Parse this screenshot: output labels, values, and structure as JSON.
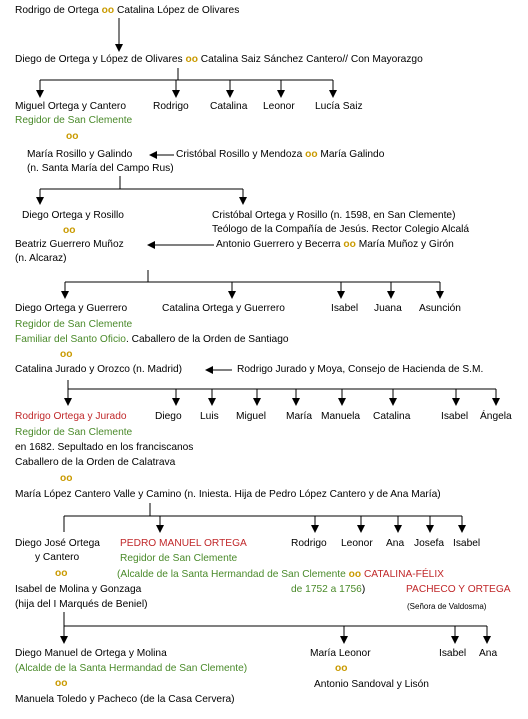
{
  "marriage_symbol": "oo",
  "colors": {
    "text": "#000000",
    "office_green": "#4a8a2a",
    "highlight_red": "#c0282a",
    "marriage_gold": "#c99a00",
    "lines": "#000000"
  },
  "gen1": {
    "husband": "Rodrigo de Ortega",
    "wife": "Catalina López de Olivares"
  },
  "gen2": {
    "husband": "Diego de Ortega y López de Olivares",
    "wife": "Catalina Saiz Sánchez Cantero// Con Mayorazgo"
  },
  "gen3": {
    "children": [
      "Miguel Ortega y Cantero",
      "Rodrigo",
      "Catalina",
      "Leonor",
      "Lucía Saiz"
    ],
    "miguel_office": "Regidor de San Clemente",
    "wife": "María Rosillo y Galindo",
    "wife_origin": "(n. Santa María del Campo Rus)",
    "wife_father": "Cristóbal Rosillo y Mendoza",
    "wife_mother": "María Galindo"
  },
  "gen4": {
    "diego": "Diego Ortega y Rosillo",
    "cristobal": "Cristóbal Ortega y Rosillo (n. 1598, en San Clemente)",
    "cristobal_note": "Teólogo de la Compañía de Jesús. Rector Colegio Alcalá",
    "wife": "Beatriz Guerrero Muñoz",
    "wife_origin": "(n. Alcaraz)",
    "wife_father": "Antonio Guerrero y Becerra",
    "wife_mother": "María Muñoz y Girón"
  },
  "gen5": {
    "children": [
      "Diego Ortega y Guerrero",
      "Catalina Ortega y Guerrero",
      "Isabel",
      "Juana",
      "Asunción"
    ],
    "office": "Regidor de San Clemente",
    "familiar": "Familiar del Santo Oficio",
    "familiar_rest": ". Caballero de la Orden de Santiago",
    "wife": "Catalina Jurado y Orozco (n. Madrid)",
    "wife_father": "Rodrigo Jurado y Moya, Consejo de Hacienda de S.M."
  },
  "gen6": {
    "rodrigo": "Rodrigo Ortega y Jurado",
    "siblings": [
      "Diego",
      "Luis",
      "Miguel",
      "María",
      "Manuela",
      "Catalina",
      "Isabel",
      "Ángela"
    ],
    "office": "Regidor de San Clemente",
    "note1": "en 1682. Sepultado en los franciscanos",
    "note2": "Caballero de la Orden de Calatrava",
    "wife": "María López Cantero Valle y Camino (n. Iniesta. Hija de Pedro López Cantero y de Ana María)"
  },
  "gen7": {
    "diego_line1": "Diego José Ortega",
    "diego_line2": "y Cantero",
    "pedro": "PEDRO MANUEL ORTEGA",
    "pedro_office": "Regidor de San Clemente",
    "pedro_alcalde": "(Alcalde de la Santa Hermandad de San Clemente",
    "pedro_years": "de 1752 a 1756",
    "pedro_close": ")",
    "pedro_wife_line1": "CATALINA-FÉLIX",
    "pedro_wife_line2": "PACHECO Y ORTEGA",
    "pedro_wife_title": "(Señora de Valdosma)",
    "siblings": [
      "Rodrigo",
      "Leonor",
      "Ana",
      "Josefa",
      "Isabel"
    ],
    "diego_wife": "Isabel de Molina y Gonzaga",
    "diego_wife_note": "(hija del I Marqués de Beniel)"
  },
  "gen8": {
    "diego": "Diego Manuel de Ortega y Molina",
    "diego_office": "(Alcalde de la Santa Hermandad de San Clemente)",
    "maria_leonor": "María Leonor",
    "isabel": "Isabel",
    "ana": "Ana",
    "diego_wife": "Manuela Toledo y Pacheco (de la Casa Cervera)",
    "leonor_husband": "Antonio Sandoval y Lisón"
  }
}
